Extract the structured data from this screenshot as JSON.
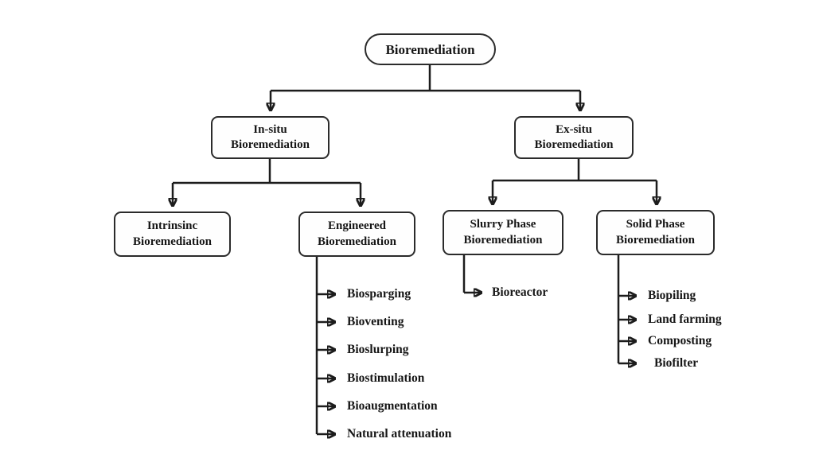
{
  "diagram": {
    "root": {
      "label": "Bioremediation"
    },
    "branches": {
      "in_situ": {
        "line1": "In-situ",
        "line2": "Bioremediation"
      },
      "ex_situ": {
        "line1": "Ex-situ",
        "line2": "Bioremediation"
      },
      "intrinsic": {
        "line1": "Intrinsinc",
        "line2": "Bioremediation"
      },
      "engineered": {
        "line1": "Engineered",
        "line2": "Bioremediation"
      },
      "slurry_phase": {
        "line1": "Slurry Phase",
        "line2": "Bioremediation"
      },
      "solid_phase": {
        "line1": "Solid Phase",
        "line2": "Bioremediation"
      }
    },
    "engineered_children": [
      "Biosparging",
      "Bioventing",
      "Bioslurping",
      "Biostimulation",
      "Bioaugmentation",
      "Natural attenuation"
    ],
    "slurry_children": [
      "Bioreactor"
    ],
    "solid_children": [
      "Biopiling",
      "Land farming",
      "Composting",
      "Biofilter"
    ],
    "colors": {
      "connector": "#1c1c1c",
      "box_border": "#2b2b2b",
      "box_fill": "#fefefe",
      "text": "#161616",
      "background": "#ffffff"
    }
  }
}
